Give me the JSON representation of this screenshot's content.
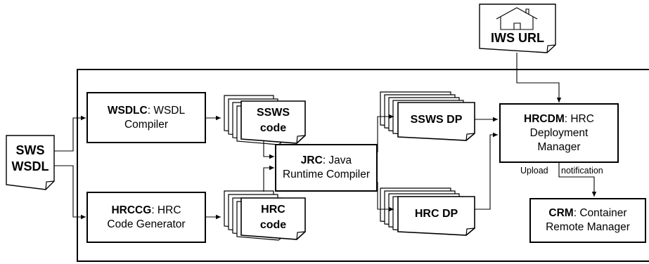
{
  "documents": {
    "sws_wsdl": {
      "line1": "SWS",
      "line2": "WSDL"
    },
    "iws_url": "IWS URL",
    "ssws_code": {
      "line1": "SSWS",
      "line2": "code"
    },
    "hrc_code": {
      "line1": "HRC",
      "line2": "code"
    },
    "ssws_dp": "SSWS DP",
    "hrc_dp": "HRC DP"
  },
  "components": {
    "wsdlc": {
      "name": "WSDLC",
      "line1": ": WSDL",
      "line2": "Compiler"
    },
    "hrccg": {
      "name": "HRCCG",
      "line1": ": HRC",
      "line2": "Code Generator"
    },
    "jrc": {
      "name": "JRC",
      "line1": ": Java",
      "line2": "Runtime Compiler"
    },
    "hrcdm": {
      "name": "HRCDM",
      "line1": ": HRC",
      "line2": "Deployment",
      "line3": "Manager"
    },
    "crm": {
      "name": "CRM",
      "line1": ": Container",
      "line2": "Remote Manager"
    }
  },
  "edges": {
    "upload": "Upload",
    "notification": "notification"
  },
  "icons": {
    "iws_url_icon": "house-icon"
  }
}
